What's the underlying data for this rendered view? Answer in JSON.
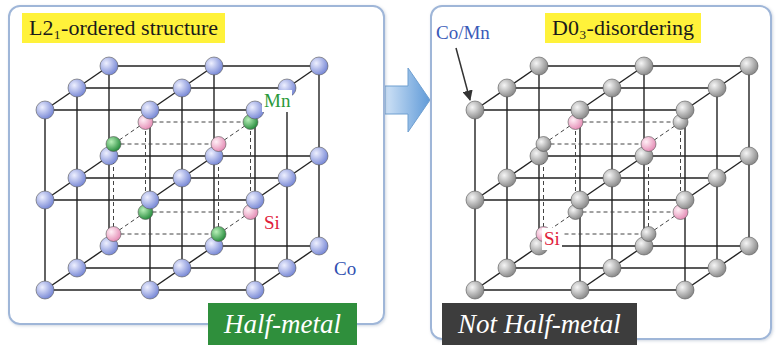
{
  "diagram": {
    "nodes": [
      {
        "text": [
          "Mn",
          "Si",
          "Co"
        ]
      },
      {
        "text": [
          "L2₁-ordered structure"
        ],
        "in": 0
      },
      {
        "text": [
          "Half-metal"
        ],
        "in": 0
      },
      {
        "text": [
          "Co/Mn",
          "Si"
        ]
      },
      {
        "text": [
          "D0₃-disordering"
        ],
        "in": 3
      },
      {
        "text": [
          "Not Half-metal"
        ],
        "in": 3
      }
    ],
    "edges": [
      {
        "from": 0,
        "to": 3,
        "arrow": "to"
      }
    ]
  }
}
